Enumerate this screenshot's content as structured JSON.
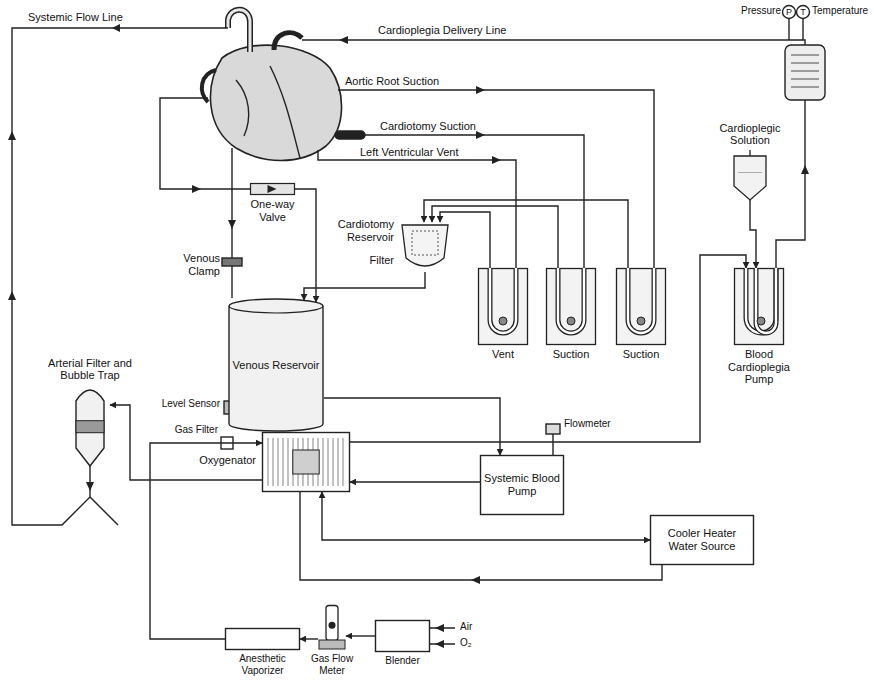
{
  "diagram": {
    "nodes": [
      {
        "text": [
          "Cardioplegic Solution"
        ]
      },
      {
        "text": [
          "One-way Valve"
        ]
      },
      {
        "text": [
          "Cardiotomy Reservoir",
          "Filter"
        ]
      },
      {
        "text": [
          "Vent"
        ]
      },
      {
        "text": [
          "Suction"
        ]
      },
      {
        "text": [
          "Suction"
        ]
      },
      {
        "text": [
          "Blood Cardioplegia Pump"
        ]
      },
      {
        "text": [
          "Venous Reservoir"
        ]
      },
      {
        "text": [
          "Arterial Filter and Bubble Trap"
        ]
      },
      {
        "text": [
          "Oxygenator"
        ]
      },
      {
        "text": [
          "Systemic Blood Pump"
        ]
      },
      {
        "text": [
          "Cooler Heater Water Source"
        ]
      },
      {
        "text": [
          "Anesthetic Vaporizer"
        ]
      },
      {
        "text": [
          "Gas Flow Meter"
        ]
      },
      {
        "text": [
          "Blender"
        ]
      }
    ],
    "edges": [
      {
        "from": 3,
        "to": 2,
        "arrow": "to"
      },
      {
        "from": 4,
        "to": 2,
        "arrow": "to"
      },
      {
        "from": 5,
        "to": 2,
        "arrow": "to"
      },
      {
        "from": 2,
        "to": 7,
        "arrow": "to"
      },
      {
        "from": 1,
        "to": 7,
        "arrow": "to"
      },
      {
        "from": 7,
        "to": 10,
        "arrow": "to"
      },
      {
        "from": 10,
        "to": 9,
        "arrow": "to"
      },
      {
        "from": 9,
        "to": 8,
        "arrow": "to"
      },
      {
        "from": 9,
        "to": 6,
        "arrow": "to"
      },
      {
        "from": 0,
        "to": 6,
        "arrow": "to"
      },
      {
        "from": 11,
        "to": 9,
        "arrow": "both"
      },
      {
        "from": 14,
        "to": 13,
        "arrow": "to"
      },
      {
        "from": 13,
        "to": 12,
        "arrow": "to"
      },
      {
        "from": 12,
        "to": 9,
        "arrow": "to"
      }
    ],
    "labels": [
      "Systemic Flow Line",
      "Cardioplegia Delivery Line",
      "Pressure",
      "P",
      "T",
      "Temperature",
      "Aortic Root Suction",
      "Cardiotomy Suction",
      "Left Ventricular Vent",
      "Venous Clamp",
      "Level Sensor",
      "Gas Filter",
      "Flowmeter",
      "Air",
      "O₂"
    ]
  }
}
